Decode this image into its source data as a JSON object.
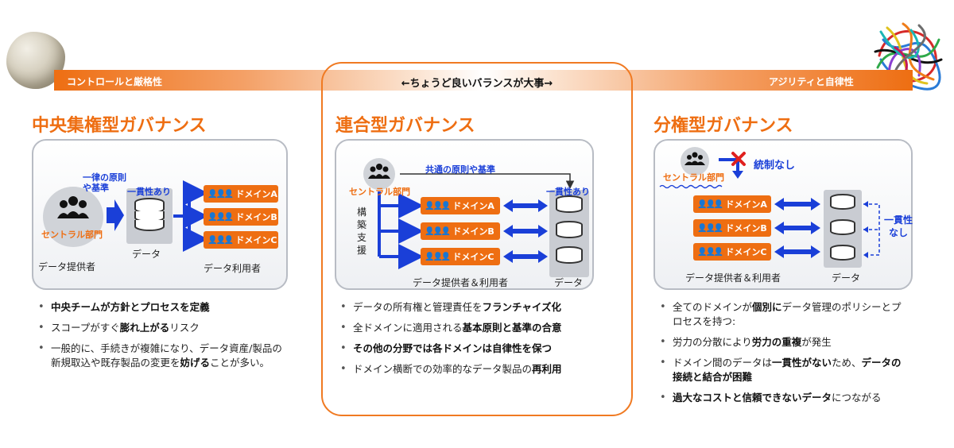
{
  "banner": {
    "left_label": "コントロールと厳格性",
    "right_label": "アジリティと自律性",
    "balance_label": "←ちょうど良いバランスが大事→"
  },
  "images": {
    "left": "rock",
    "right": "tangled-cables"
  },
  "colors": {
    "accent": "#ee6e12",
    "blue": "#1a3fd8",
    "panel_border": "#b8bcc4"
  },
  "central": {
    "title": "中央集権型ガバナンス",
    "principle_line1": "一律の原則",
    "principle_line2": "や基準",
    "consistency": "一貫性あり",
    "central_dept": "セントラル部門",
    "data_label": "データ",
    "provider_label": "データ提供者",
    "user_label": "データ利用者",
    "domains": [
      "ドメインA",
      "ドメインB",
      "ドメインC"
    ],
    "bullets": [
      [
        {
          "t": "中央チームが方針とプロセスを定義",
          "b": true
        }
      ],
      [
        {
          "t": "スコープがすぐ",
          "b": false
        },
        {
          "t": "膨れ上がる",
          "b": true
        },
        {
          "t": "リスク",
          "b": false
        }
      ],
      [
        {
          "t": "一般的に、手続きが複雑になり、データ資産/製品の新規取込や既存製品の変更を",
          "b": false
        },
        {
          "t": "妨げる",
          "b": true
        },
        {
          "t": "ことが多い。",
          "b": false
        }
      ]
    ]
  },
  "federated": {
    "title": "連合型ガバナンス",
    "central_dept": "セントラル部門",
    "common_principle": "共通の原則や基準",
    "support_label": "構築支援",
    "consistency": "一貫性あり",
    "domains": [
      "ドメインA",
      "ドメインB",
      "ドメインC"
    ],
    "provider_user_label": "データ提供者＆利用者",
    "data_label": "データ",
    "bullets": [
      [
        {
          "t": "データの所有権と管理責任を",
          "b": false
        },
        {
          "t": "フランチャイズ化",
          "b": true
        }
      ],
      [
        {
          "t": "全ドメインに適用される",
          "b": false
        },
        {
          "t": "基本原則と基準の合意",
          "b": true
        }
      ],
      [
        {
          "t": "その他の分野では各ドメインは自律性を保つ",
          "b": true
        }
      ],
      [
        {
          "t": "ドメイン横断での効率的なデータ製品の",
          "b": false
        },
        {
          "t": "再利用",
          "b": true
        }
      ]
    ]
  },
  "distributed": {
    "title": "分権型ガバナンス",
    "central_dept": "セントラル部門",
    "no_control": "統制なし",
    "no_consistency_1": "一貫性",
    "no_consistency_2": "なし",
    "domains": [
      "ドメインA",
      "ドメインB",
      "ドメインC"
    ],
    "provider_user_label": "データ提供者＆利用者",
    "data_label": "データ",
    "bullets": [
      [
        {
          "t": "全てのドメインが",
          "b": false
        },
        {
          "t": "個別に",
          "b": true
        },
        {
          "t": "データ管理のポリシーとプロセスを持つ:",
          "b": false
        }
      ],
      [
        {
          "t": "労力の分散により",
          "b": false
        },
        {
          "t": "労力の重複",
          "b": true
        },
        {
          "t": "が発生",
          "b": false
        }
      ],
      [
        {
          "t": "ドメイン間のデータは",
          "b": false
        },
        {
          "t": "一貫性がない",
          "b": true
        },
        {
          "t": "ため、",
          "b": false
        },
        {
          "t": "データの接続と結合が困難",
          "b": true
        }
      ],
      [
        {
          "t": "過大なコストと信頼できないデータ",
          "b": true
        },
        {
          "t": "につながる",
          "b": false
        }
      ]
    ]
  }
}
